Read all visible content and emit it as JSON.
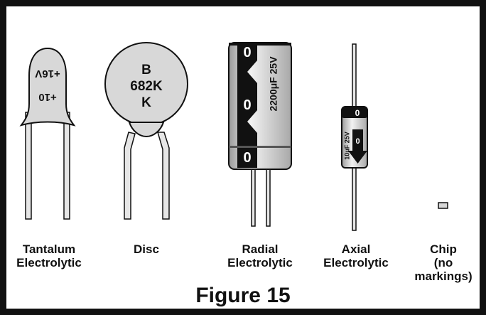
{
  "figure": {
    "title": "Figure 15"
  },
  "components": {
    "tantalum": {
      "label_line1": "Tantalum",
      "label_line2": "Electrolytic",
      "marking_voltage": "+16V",
      "marking_value": "+10"
    },
    "disc": {
      "label": "Disc",
      "marking_line1": "B",
      "marking_line2": "682K",
      "marking_line3": "K"
    },
    "radial": {
      "label_line1": "Radial",
      "label_line2": "Electrolytic",
      "marking": "2200μF 25V"
    },
    "axial": {
      "label_line1": "Axial",
      "label_line2": "Electrolytic",
      "marking": "10μF 25V"
    },
    "chip": {
      "label_line1": "Chip",
      "label_line2": "(no",
      "label_line3": "markings)"
    }
  },
  "colors": {
    "ink": "#111111",
    "body_gray": "#d8d8d8",
    "lead_gray": "#e6e6e6",
    "background": "#ffffff"
  }
}
